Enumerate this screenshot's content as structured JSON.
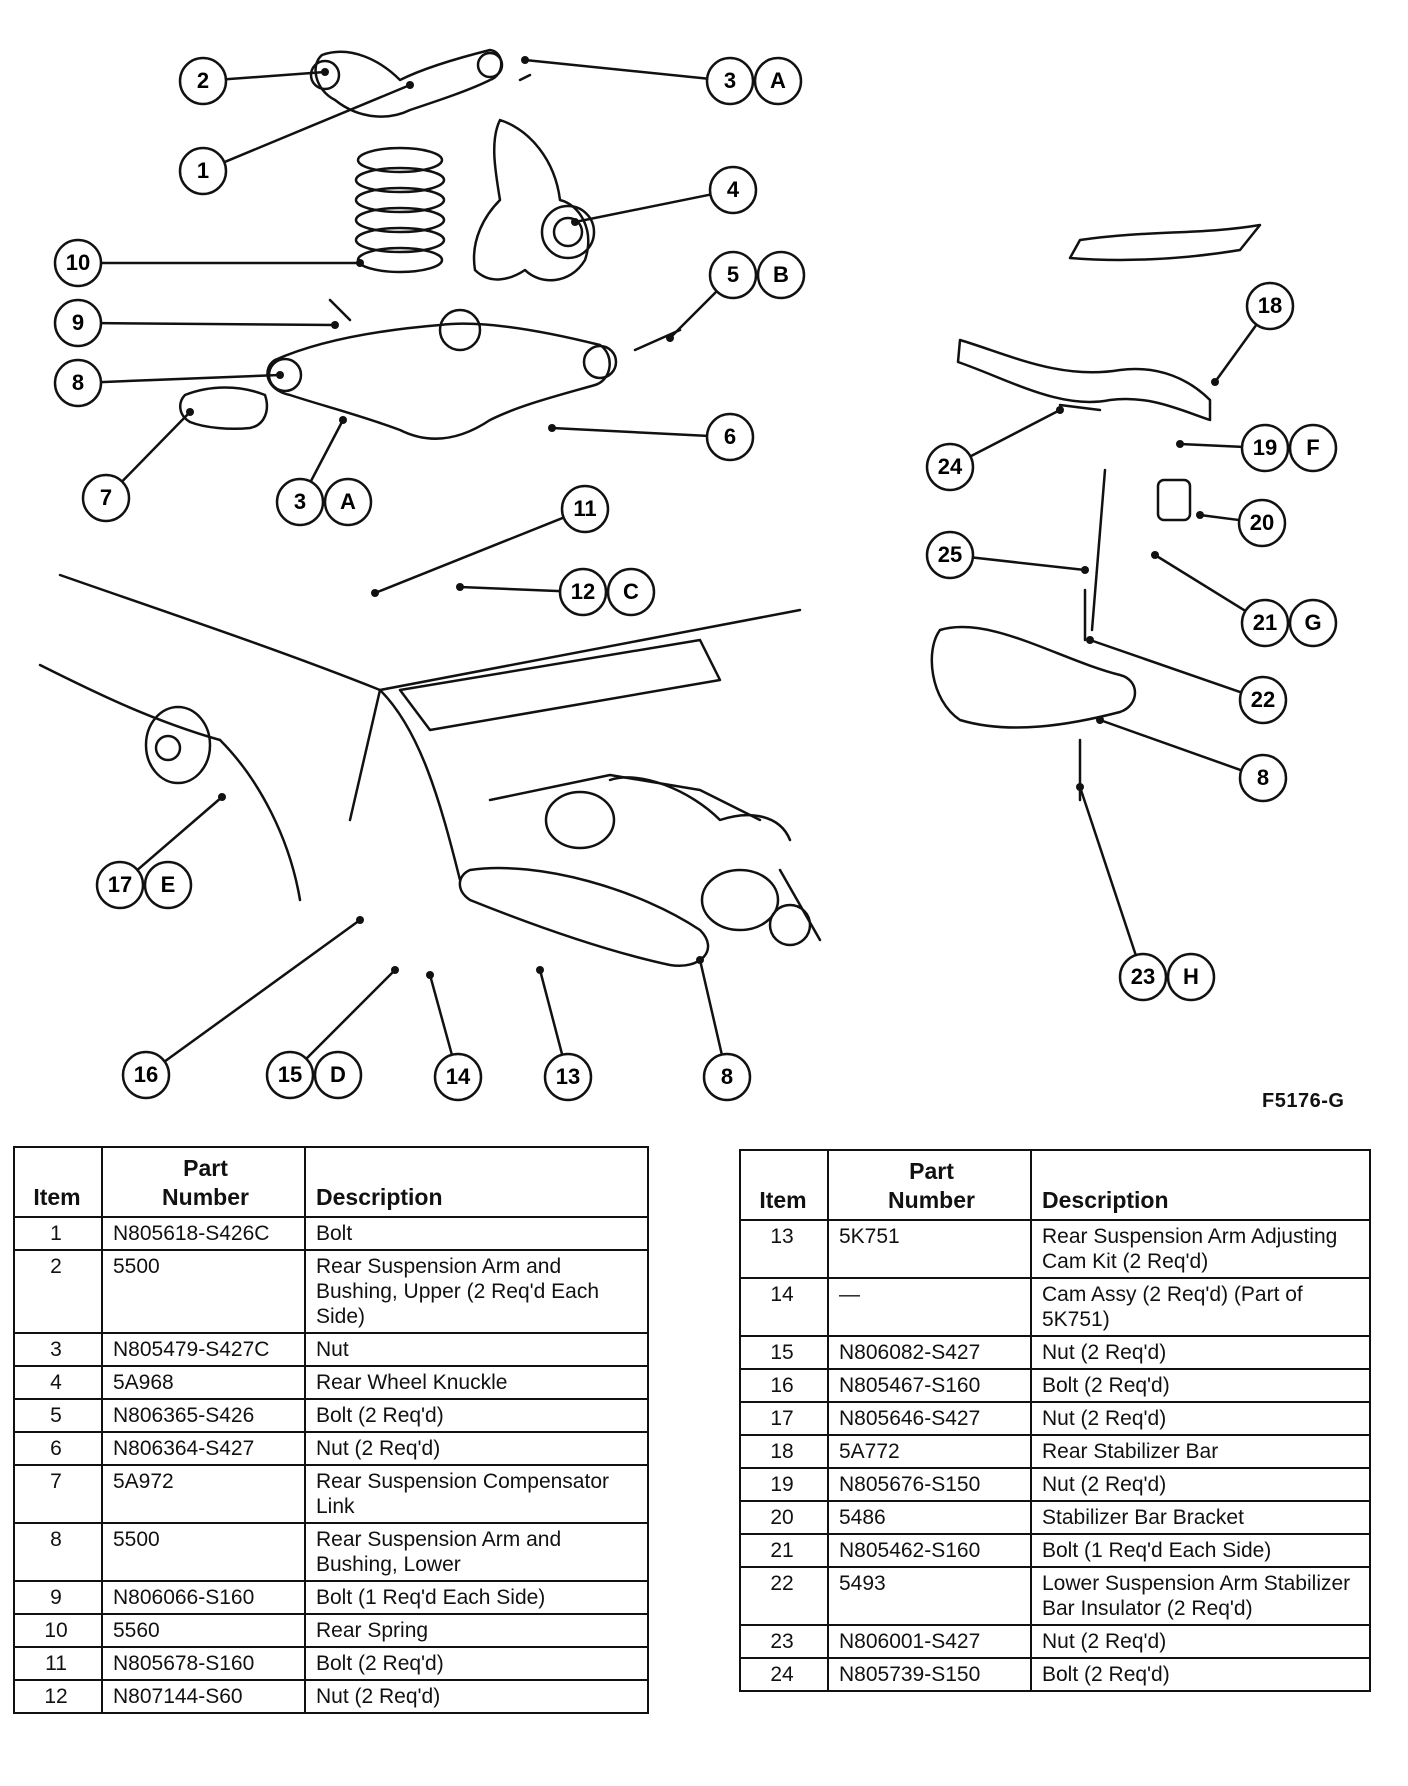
{
  "figure_id": "F5176-G",
  "callouts": [
    {
      "num": "2",
      "letter": ""
    },
    {
      "num": "3",
      "letter": "A"
    },
    {
      "num": "1",
      "letter": ""
    },
    {
      "num": "4",
      "letter": ""
    },
    {
      "num": "10",
      "letter": ""
    },
    {
      "num": "5",
      "letter": "B"
    },
    {
      "num": "9",
      "letter": ""
    },
    {
      "num": "8",
      "letter": ""
    },
    {
      "num": "6",
      "letter": ""
    },
    {
      "num": "7",
      "letter": ""
    },
    {
      "num": "3",
      "letter": "A"
    },
    {
      "num": "11",
      "letter": ""
    },
    {
      "num": "12",
      "letter": "C"
    },
    {
      "num": "17",
      "letter": "E"
    },
    {
      "num": "16",
      "letter": ""
    },
    {
      "num": "15",
      "letter": "D"
    },
    {
      "num": "14",
      "letter": ""
    },
    {
      "num": "13",
      "letter": ""
    },
    {
      "num": "8",
      "letter": ""
    },
    {
      "num": "18",
      "letter": ""
    },
    {
      "num": "24",
      "letter": ""
    },
    {
      "num": "19",
      "letter": "F"
    },
    {
      "num": "20",
      "letter": ""
    },
    {
      "num": "25",
      "letter": ""
    },
    {
      "num": "21",
      "letter": "G"
    },
    {
      "num": "22",
      "letter": ""
    },
    {
      "num": "8",
      "letter": ""
    },
    {
      "num": "23",
      "letter": "H"
    }
  ],
  "table_headers": {
    "item": "Item",
    "part_l1": "Part",
    "part_l2": "Number",
    "description": "Description"
  },
  "parts_left": [
    {
      "item": "1",
      "part": "N805618-S426C",
      "desc": "Bolt"
    },
    {
      "item": "2",
      "part": "5500",
      "desc": "Rear Suspension Arm and Bushing, Upper (2 Req'd Each Side)"
    },
    {
      "item": "3",
      "part": "N805479-S427C",
      "desc": "Nut"
    },
    {
      "item": "4",
      "part": "5A968",
      "desc": "Rear Wheel Knuckle"
    },
    {
      "item": "5",
      "part": "N806365-S426",
      "desc": "Bolt (2 Req'd)"
    },
    {
      "item": "6",
      "part": "N806364-S427",
      "desc": "Nut (2 Req'd)"
    },
    {
      "item": "7",
      "part": "5A972",
      "desc": "Rear Suspension Compensator Link"
    },
    {
      "item": "8",
      "part": "5500",
      "desc": "Rear Suspension Arm and Bushing, Lower"
    },
    {
      "item": "9",
      "part": "N806066-S160",
      "desc": "Bolt (1 Req'd Each Side)"
    },
    {
      "item": "10",
      "part": "5560",
      "desc": "Rear Spring"
    },
    {
      "item": "11",
      "part": "N805678-S160",
      "desc": "Bolt (2 Req'd)"
    },
    {
      "item": "12",
      "part": "N807144-S60",
      "desc": "Nut (2 Req'd)"
    }
  ],
  "parts_right": [
    {
      "item": "13",
      "part": "5K751",
      "desc": "Rear Suspension Arm Adjusting Cam Kit (2 Req'd)"
    },
    {
      "item": "14",
      "part": "—",
      "desc": "Cam Assy (2 Req'd) (Part of 5K751)"
    },
    {
      "item": "15",
      "part": "N806082-S427",
      "desc": "Nut (2 Req'd)"
    },
    {
      "item": "16",
      "part": "N805467-S160",
      "desc": "Bolt (2 Req'd)"
    },
    {
      "item": "17",
      "part": "N805646-S427",
      "desc": "Nut (2 Req'd)"
    },
    {
      "item": "18",
      "part": "5A772",
      "desc": "Rear Stabilizer Bar"
    },
    {
      "item": "19",
      "part": "N805676-S150",
      "desc": "Nut (2 Req'd)"
    },
    {
      "item": "20",
      "part": "5486",
      "desc": "Stabilizer Bar Bracket"
    },
    {
      "item": "21",
      "part": "N805462-S160",
      "desc": "Bolt (1 Req'd Each Side)"
    },
    {
      "item": "22",
      "part": "5493",
      "desc": "Lower Suspension Arm Stabilizer Bar Insulator (2 Req'd)"
    },
    {
      "item": "23",
      "part": "N806001-S427",
      "desc": "Nut (2 Req'd)"
    },
    {
      "item": "24",
      "part": "N805739-S150",
      "desc": "Bolt (2 Req'd)"
    }
  ]
}
